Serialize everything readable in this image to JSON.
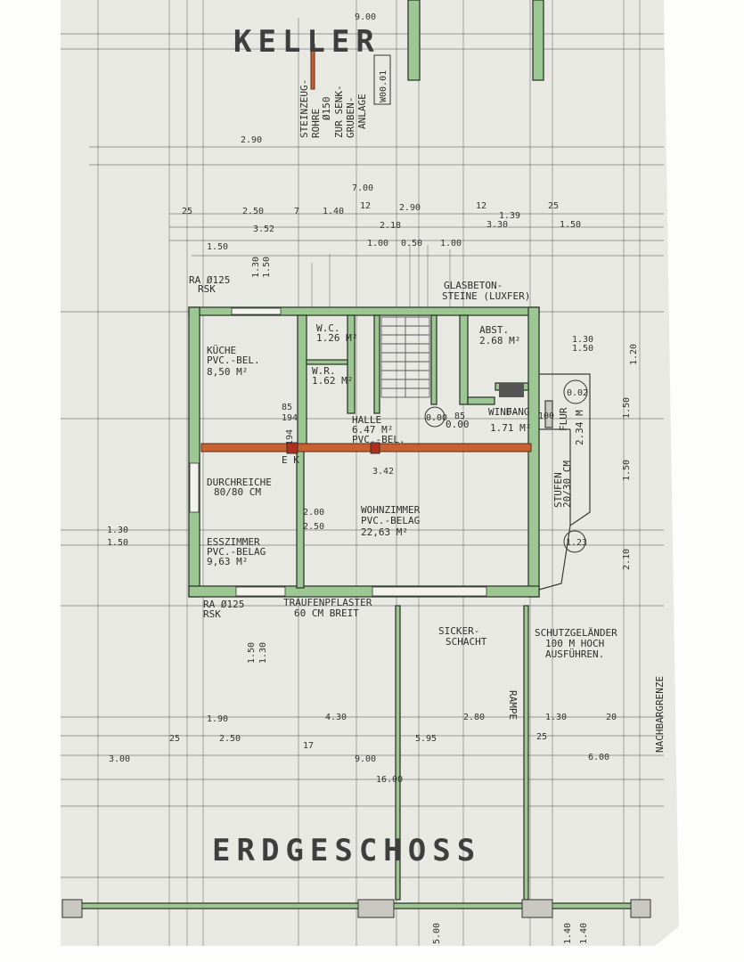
{
  "titles": {
    "basement": "KELLER",
    "ground_floor": "ERDGESCHOSS"
  },
  "colors": {
    "paper": "#e9e9e4",
    "wall_green": "#9cc792",
    "beam_red": "#c86132",
    "ink": "#3b3b3b"
  },
  "basement_notes": {
    "pipe_1": "STEINZEUG-",
    "pipe_2": "ROHRE",
    "pipe_3": "Ø150",
    "pipe_4": "ZUR SENK-",
    "pipe_5": "GRUBEN-",
    "pipe_6": "ANLAGE",
    "level": "W00.01",
    "dim": "2.90",
    "width_top": "9.00"
  },
  "dimensions_top": {
    "total": "7.00",
    "d1": "25",
    "d2": "2.50",
    "d3": "7",
    "d4": "1.40",
    "d5": "12",
    "d6": "2.90",
    "d7": "12",
    "d8": "1.39",
    "d9": "25",
    "d10": "3.52",
    "d11": "2.18",
    "d12": "3.30",
    "d13": "1.50",
    "d14": "1.00",
    "d15": "0.50",
    "d16": "1.00",
    "left1": "1.50",
    "left2": "1.30",
    "left3": "1.50"
  },
  "rooms": {
    "kitchen": [
      "KÜCHE",
      "PVC.-BEL.",
      "8,50 M²"
    ],
    "wc": [
      "W.C.",
      "1.26 M²"
    ],
    "wr": [
      "W.R.",
      "1.62 M²"
    ],
    "hall": [
      "HALLE",
      "6.47 M²",
      "PVC.-BEL."
    ],
    "storage": [
      "ABST.",
      "2.68 M²"
    ],
    "wind": [
      "WIND-",
      "FANG",
      "1.71 M²"
    ],
    "living": [
      "WOHNZIMMER",
      "PVC.-BELAG",
      "22,63 M²"
    ],
    "dining": [
      "ESSZIMMER",
      "PVC.-BELAG",
      "9,63 M²"
    ],
    "glass": [
      "GLASBETON-",
      "STEINE (LUXFER)"
    ],
    "hatch": [
      "DURCHREICHE",
      "80/80 CM"
    ]
  },
  "notes": {
    "ra_top": "RA Ø125",
    "rsk_top": "RSK",
    "ra_bottom": "RA Ø125",
    "rsk_bottom": "RSK",
    "drip_1": "TRAUFENPFLASTER",
    "drip_2": "60 CM BREIT",
    "seep_1": "SICKER-",
    "seep_2": "SCHACHT",
    "rail_1": "SCHUTZGELÄNDER",
    "rail_2": "100 M HOCH",
    "rail_3": "AUSFÜHREN.",
    "ramp": "RAMPE",
    "boundary": "NACHBARGRENZE",
    "eq": "E K",
    "stair": "STUFEN",
    "stair_dim": "20/30 CM",
    "dims_stair": "2.34 M",
    "el_1": "0.00",
    "el_2": "0.02",
    "el_3": "0.00",
    "el_4": "1.23",
    "flur": "FLUR"
  },
  "dimensions_inner": {
    "h1": "85",
    "h2": "194",
    "h3": "194",
    "h4": "85",
    "h5": "100",
    "h6": "3.42",
    "h7": "2.00",
    "h8": "2.50",
    "right1": "1.50",
    "right2": "1.30",
    "right3": "1.20",
    "right4": "1.50",
    "right5": "1.50",
    "right6": "2.10",
    "left_a": "1.30",
    "left_b": "1.50",
    "side_a": "1.50",
    "side_b": "1.30"
  },
  "dimensions_bottom": {
    "b1": "1.90",
    "b2": "4.30",
    "b3": "2.80",
    "b4": "1.30",
    "b5": "20",
    "c1": "25",
    "c2": "2.50",
    "c3": "17",
    "c4": "5.95",
    "c5": "25",
    "d1": "3.00",
    "d2": "9.00",
    "d3": "6.00",
    "e1": "16.00",
    "f1": "5.00",
    "f2": "1.40",
    "f3": "1.40"
  }
}
